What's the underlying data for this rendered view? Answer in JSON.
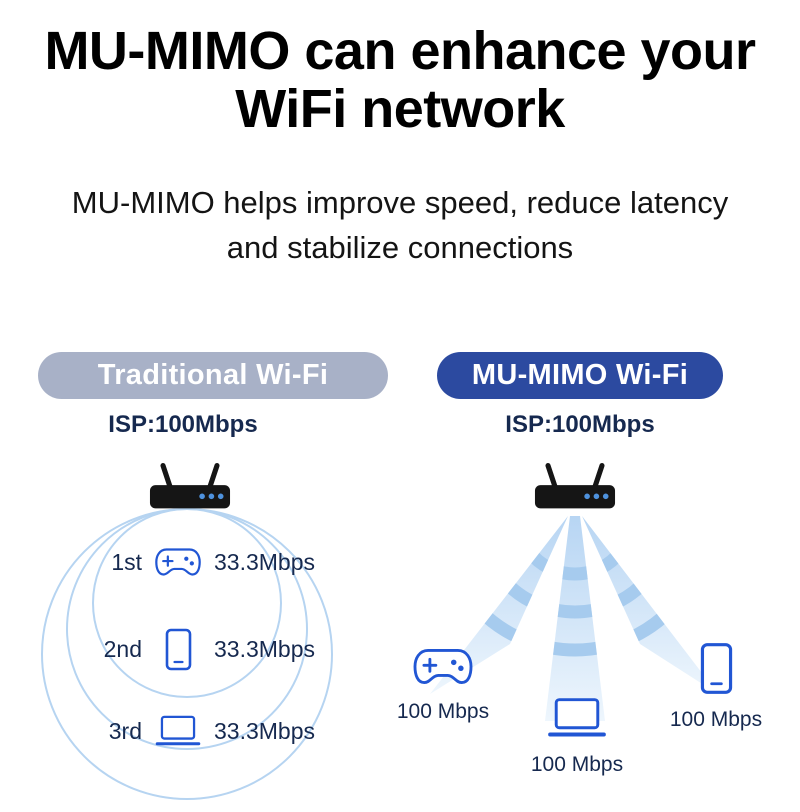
{
  "header": {
    "title_line1": "MU-MIMO can enhance your",
    "title_line2": "WiFi network",
    "subtitle_line1": "MU-MIMO helps improve speed, reduce latency",
    "subtitle_line2": "and stabilize connections"
  },
  "left_panel": {
    "badge_label": "Traditional Wi-Fi",
    "isp_label": "ISP:100Mbps",
    "devices": [
      {
        "order": "1st",
        "icon": "gamepad-icon",
        "speed": "33.3Mbps"
      },
      {
        "order": "2nd",
        "icon": "phone-icon",
        "speed": "33.3Mbps"
      },
      {
        "order": "3rd",
        "icon": "laptop-icon",
        "speed": "33.3Mbps"
      }
    ]
  },
  "right_panel": {
    "badge_label": "MU-MIMO Wi-Fi",
    "isp_label": "ISP:100Mbps",
    "devices": [
      {
        "icon": "gamepad-icon",
        "speed": "100 Mbps"
      },
      {
        "icon": "laptop-icon",
        "speed": "100 Mbps"
      },
      {
        "icon": "phone-icon",
        "speed": "100 Mbps"
      }
    ]
  },
  "colors": {
    "badge-gray": "#a8b1c7",
    "badge-blue": "#2c4aa0",
    "accent-blue": "#2156d4",
    "text-dark": "#16294f",
    "circle-blue": "#b6d4f1",
    "beam-arc-blue": "#a6cbee",
    "router-black": "#151515",
    "router-led-blue": "#4e92de"
  }
}
